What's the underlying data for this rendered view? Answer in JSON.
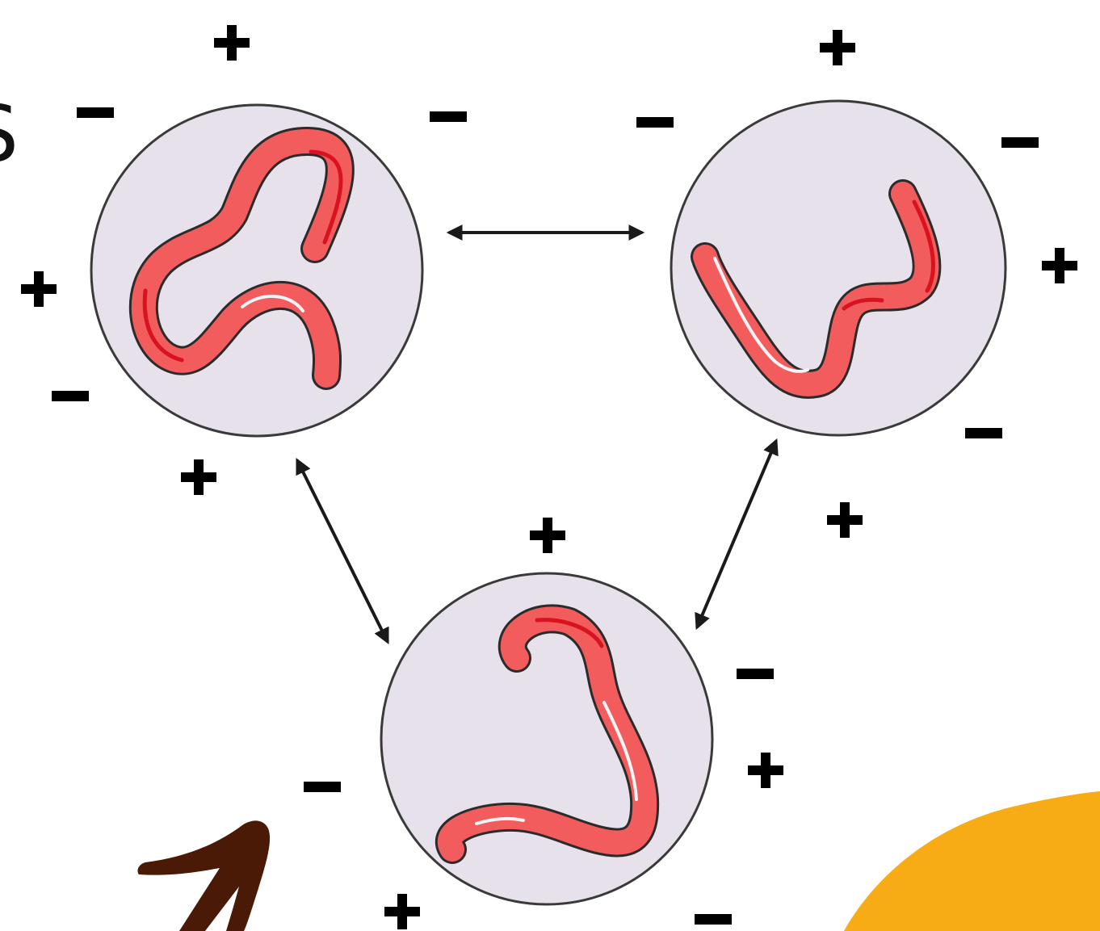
{
  "diagram": {
    "type": "conformational-equilibrium",
    "edge_glyph": "S",
    "colors": {
      "circle_fill": "#e6e1ea",
      "circle_stroke": "#3a3a3a",
      "strand_fill": "#f25c5c",
      "strand_shade": "#d8121e",
      "strand_highlight": "#f4f4f6",
      "strand_outline": "#2b2b2b",
      "charge": "#000000",
      "arrow": "#1a1a1a",
      "brown_arrow": "#4a1a06",
      "orange_blob": "#f7ab14"
    },
    "states": [
      {
        "id": "left",
        "shape": "looped-strand"
      },
      {
        "id": "right",
        "shape": "w-strand"
      },
      {
        "id": "bottom",
        "shape": "hook-strand"
      }
    ],
    "equilibria": [
      {
        "from": "left",
        "to": "right",
        "kind": "double-headed-arrow"
      },
      {
        "from": "left",
        "to": "bottom",
        "kind": "double-headed-arrow"
      },
      {
        "from": "bottom",
        "to": "right",
        "kind": "double-headed-arrow"
      }
    ],
    "charges": {
      "plus": "+",
      "minus": "−",
      "left_state": [
        "+",
        "−",
        "−",
        "+",
        "−",
        "+"
      ],
      "right_state": [
        "+",
        "−",
        "−",
        "+",
        "−",
        "+"
      ],
      "bottom_state": [
        "+",
        "−",
        "+",
        "−",
        "+",
        "−"
      ]
    },
    "decorations": [
      "brown-arrow-icon",
      "orange-blob"
    ]
  }
}
